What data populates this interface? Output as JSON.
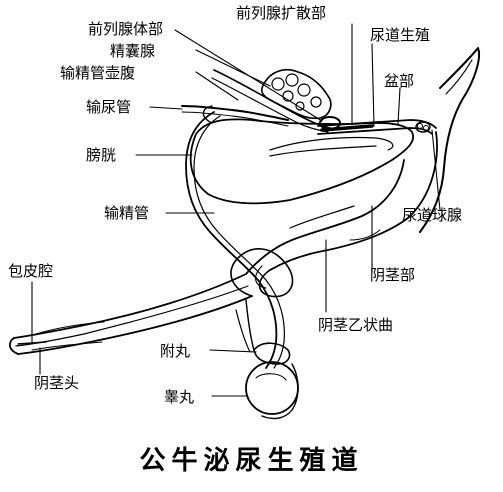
{
  "labels": {
    "prostate_body": "前列腺体部",
    "prostate_disseminate": "前列腺扩散部",
    "urethra_genital": "尿道生殖",
    "seminal_vesicle": "精囊腺",
    "ampulla": "输精管壶腹",
    "pelvic_part": "盆部",
    "ureter": "输尿管",
    "bladder": "膀胱",
    "vas_deferens": "输精管",
    "bulbourethral_gland": "尿道球腺",
    "preputial_cavity": "包皮腔",
    "penis_part": "阴茎部",
    "sigmoid_flexure": "阴茎乙状曲",
    "glans_penis": "阴茎头",
    "epididymis": "附丸",
    "testis": "睾丸"
  },
  "caption": "公牛泌尿生殖道"
}
